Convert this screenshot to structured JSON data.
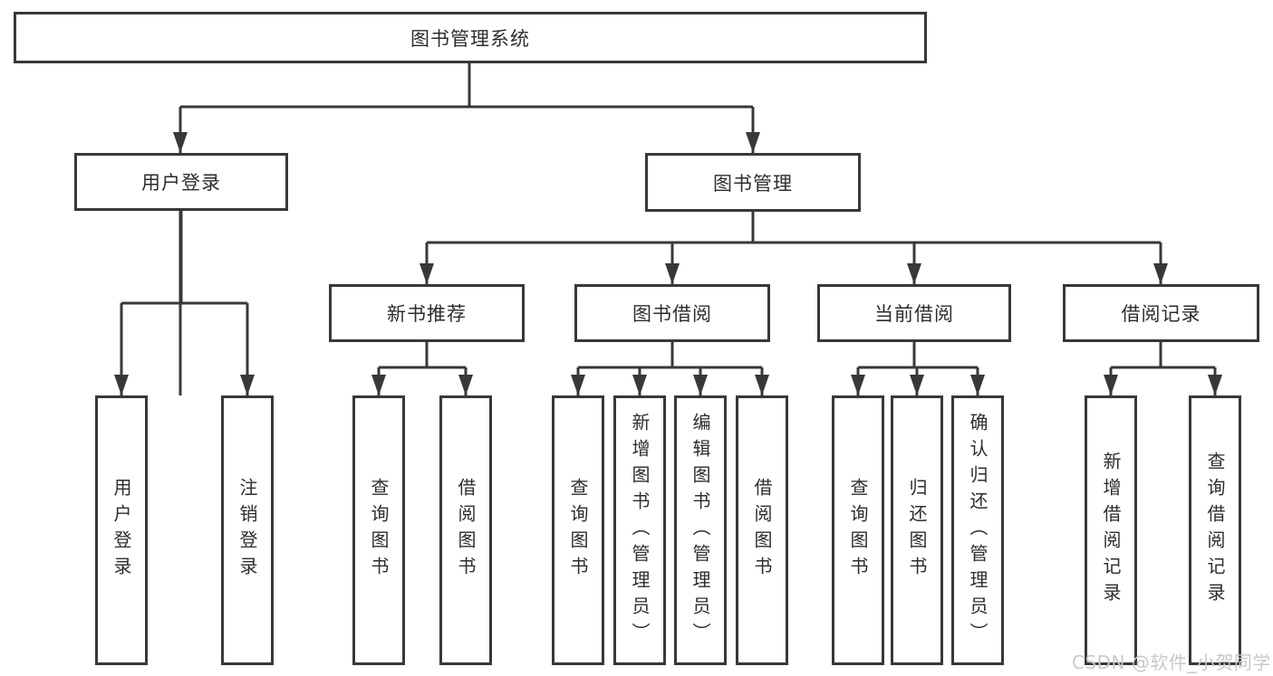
{
  "diagram": {
    "type": "hierarchy-tree",
    "colors": {
      "line": "#383838",
      "node_border": "#383838",
      "node_bg": "#ffffff",
      "text": "#2d2d2d",
      "watermark": "#c8c8c8"
    },
    "nodes": {
      "root": {
        "label": "图书管理系统"
      },
      "branch_user_login": {
        "label": "用户登录"
      },
      "branch_book_management": {
        "label": "图书管理"
      },
      "module_new_book_recommend": {
        "label": "新书推荐"
      },
      "module_book_borrow": {
        "label": "图书借阅"
      },
      "module_current_borrow": {
        "label": "当前借阅"
      },
      "module_borrow_records": {
        "label": "借阅记录"
      },
      "leaves": [
        {
          "label": "用户登录"
        },
        {
          "label": "注销登录"
        },
        {
          "label": "查询图书"
        },
        {
          "label": "借阅图书"
        },
        {
          "label": "查询图书"
        },
        {
          "label": "新增图书（管理员）"
        },
        {
          "label": "编辑图书（管理员）"
        },
        {
          "label": "借阅图书"
        },
        {
          "label": "查询图书"
        },
        {
          "label": "归还图书"
        },
        {
          "label": "确认归还（管理员）"
        },
        {
          "label": "新增借阅记录"
        },
        {
          "label": "查询借阅记录"
        }
      ]
    },
    "watermark": {
      "text": "CSDN @软件_小贺同学"
    }
  }
}
